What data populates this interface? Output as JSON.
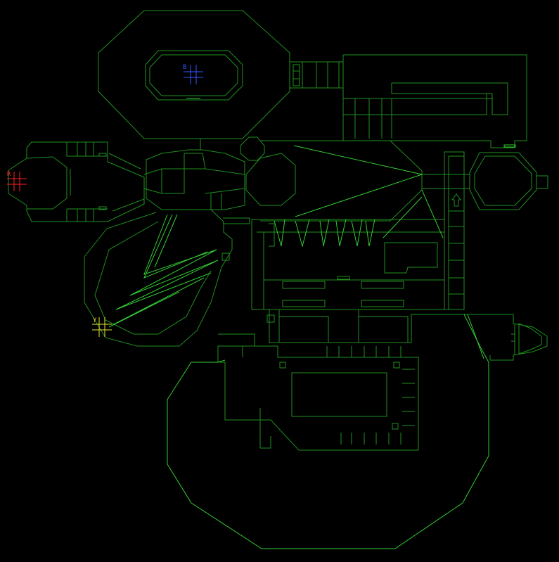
{
  "automap": {
    "background": "#000000",
    "wall_color": "#1f8f1f",
    "bright_wall_color": "#33cc33",
    "markers": [
      {
        "id": "b",
        "label": "B",
        "color": "#3355ff"
      },
      {
        "id": "r",
        "label": "R",
        "color": "#ff2222"
      },
      {
        "id": "y",
        "label": "Y",
        "color": "#e6e633"
      }
    ]
  }
}
